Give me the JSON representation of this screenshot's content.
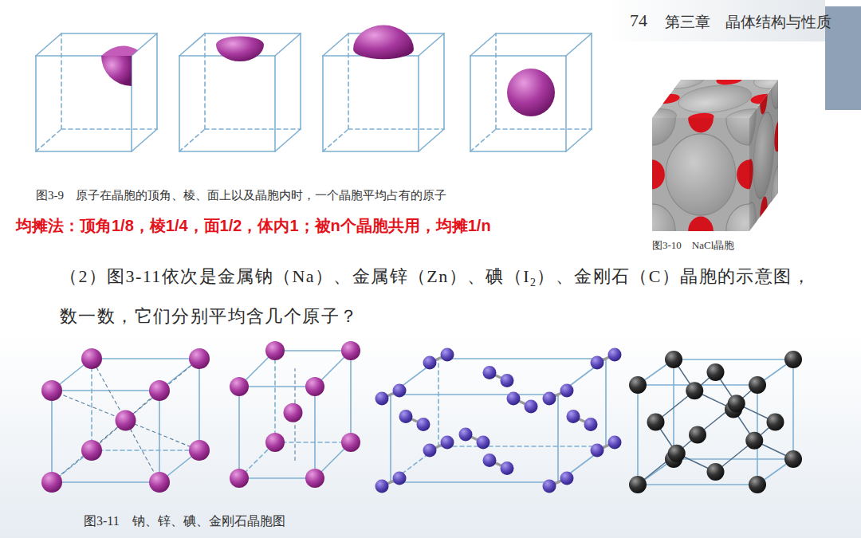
{
  "diagram": {
    "labels": [
      "74",
      "第三章　晶体结构与性质",
      "图3-9　原子在晶胞的顶角、棱、面上以及晶胞内时，一个晶胞平均占有的原子",
      "均摊法：顶角1/8，棱1/4，面1/2，体内1；被n个晶胞共用，均摊1/n",
      "图3-10　NaCl晶胞",
      "（2）图3-11依次是金属钠（Na）、金属锌（Zn）、碘（I",
      "2",
      "）、金刚石（C）晶胞的示意图，数一数，它们分别平均含几个原子？",
      "图3-11　钠、锌、碘、金刚石晶胞图"
    ]
  }
}
